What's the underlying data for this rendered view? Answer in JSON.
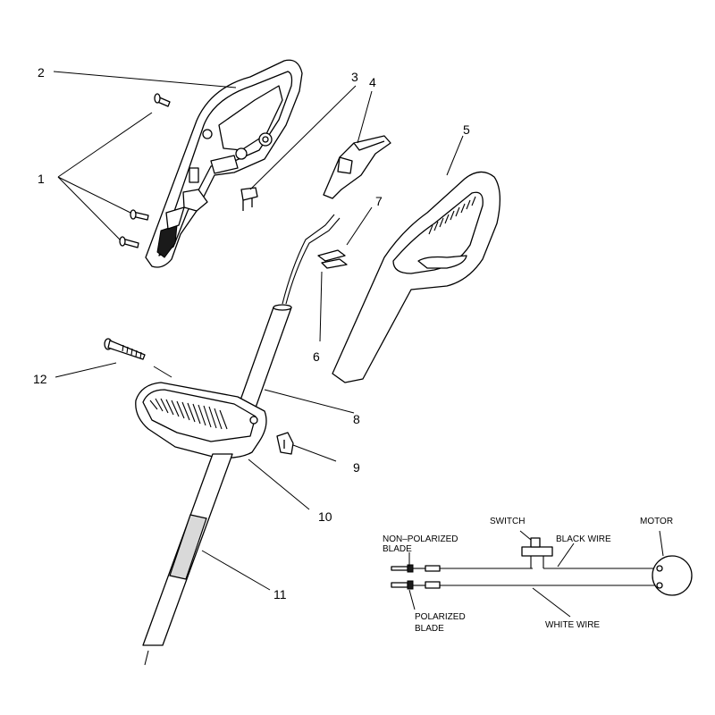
{
  "callouts": {
    "c1": "1",
    "c2": "2",
    "c3": "3",
    "c4": "4",
    "c5": "5",
    "c6": "6",
    "c7": "7",
    "c8": "8",
    "c9": "9",
    "c10": "10",
    "c11": "11",
    "c12": "12"
  },
  "wiring": {
    "switch": "SWITCH",
    "motor": "MOTOR",
    "black_wire": "BLACK WIRE",
    "white_wire": "WHITE WIRE",
    "non_polarized_line1": "NON–POLARIZED",
    "non_polarized_line2": "BLADE",
    "polarized_line1": "POLARIZED",
    "polarized_line2": "BLADE"
  }
}
